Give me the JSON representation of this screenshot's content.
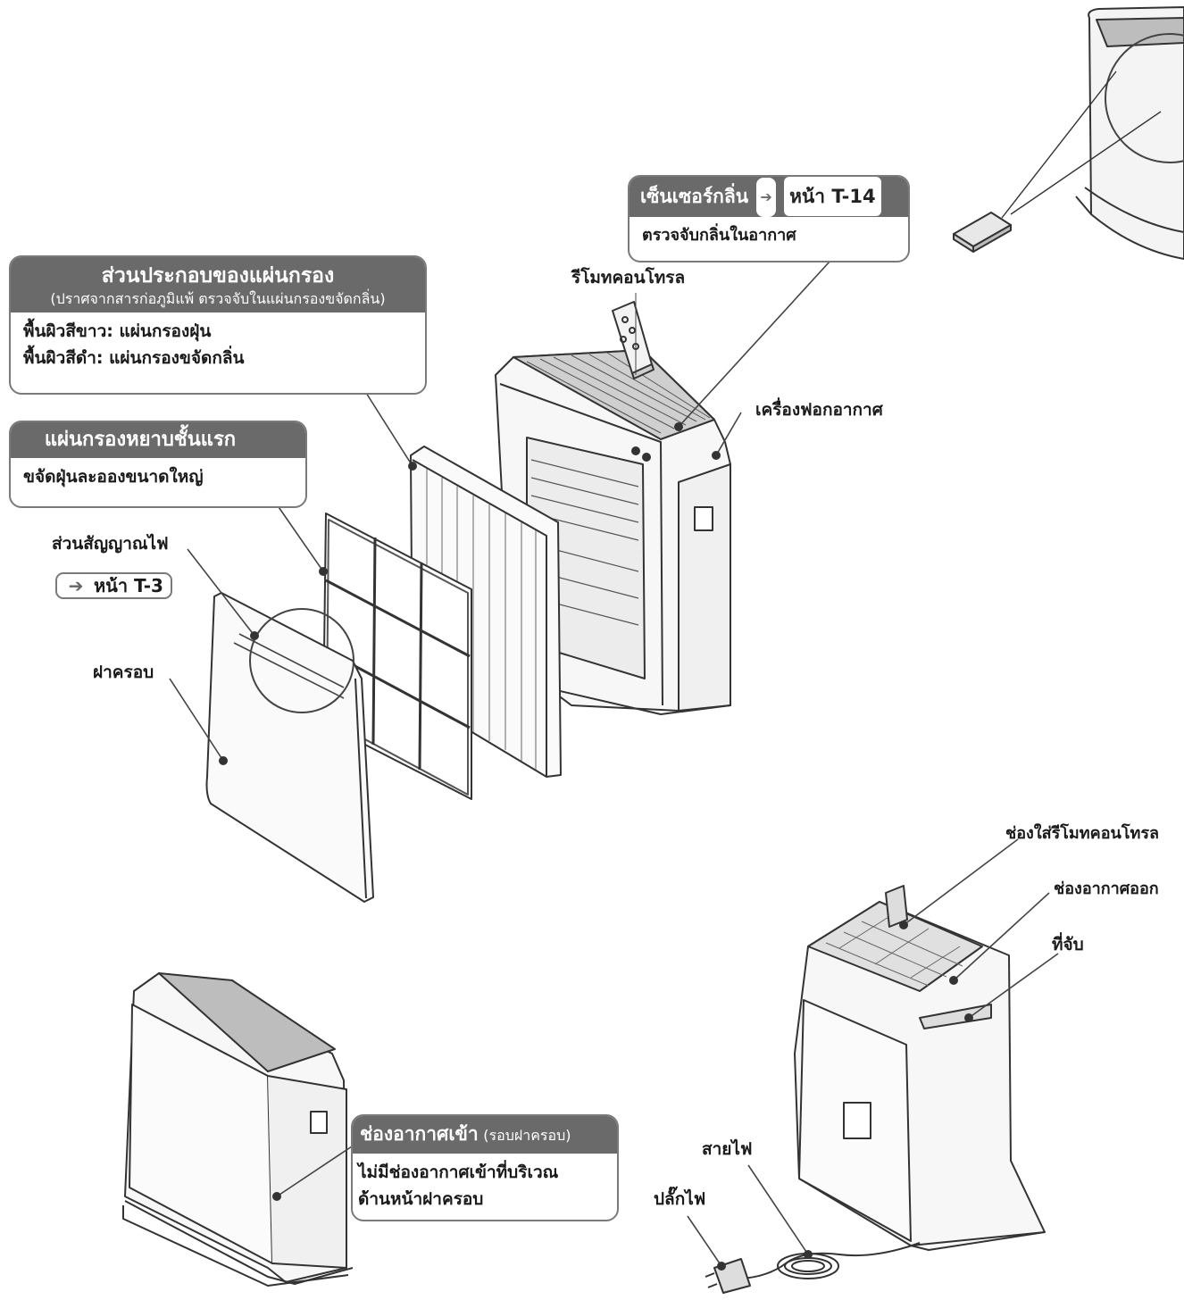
{
  "filter_section": {
    "title": "ส่วนประกอบของแผ่นกรอง",
    "subtitle": "(ปราศจากสารก่อภูมิแพ้ ตรวจจับในแผ่นกรองขจัดกลิ่น)",
    "lines": [
      "พื้นผิวสีขาว: แผ่นกรองฝุ่น",
      "พื้นผิวสีดำ: แผ่นกรองขจัดกลิ่น"
    ]
  },
  "prefilter": {
    "title": "แผ่นกรองหยาบชั้นแรก",
    "line": "ขจัดฝุ่นละอองขนาดใหญ่"
  },
  "odor_sensor": {
    "title": "เซ็นเซอร์กลิ่น",
    "page": "หน้า T-14",
    "line": "ตรวจจับกลิ่นในอากาศ"
  },
  "air_inlet": {
    "title": "ช่องอากาศเข้า",
    "title_note": "(รอบฝาครอบ)",
    "lines": [
      "ไม่มีช่องอากาศเข้าที่บริเวณ",
      "ด้านหน้าฝาครอบ"
    ]
  },
  "labels": {
    "remote": "รีโมทคอนโทรล",
    "purifier": "เครื่องฟอกอากาศ",
    "signal": "ส่วนสัญญาณไฟ",
    "signal_page": "หน้า T-3",
    "cover": "ฝาครอบ",
    "remote_holder": "ช่องใส่รีโมทคอนโทรล",
    "air_outlet": "ช่องอากาศออก",
    "handle": "ที่จับ",
    "power_cord": "สายไฟ",
    "plug": "ปลั๊กไฟ"
  },
  "colors": {
    "line": "#555555",
    "header": "#6a6a6a",
    "border": "#7a7a7a"
  },
  "icons": {
    "arrow": "right-arrow-icon"
  }
}
